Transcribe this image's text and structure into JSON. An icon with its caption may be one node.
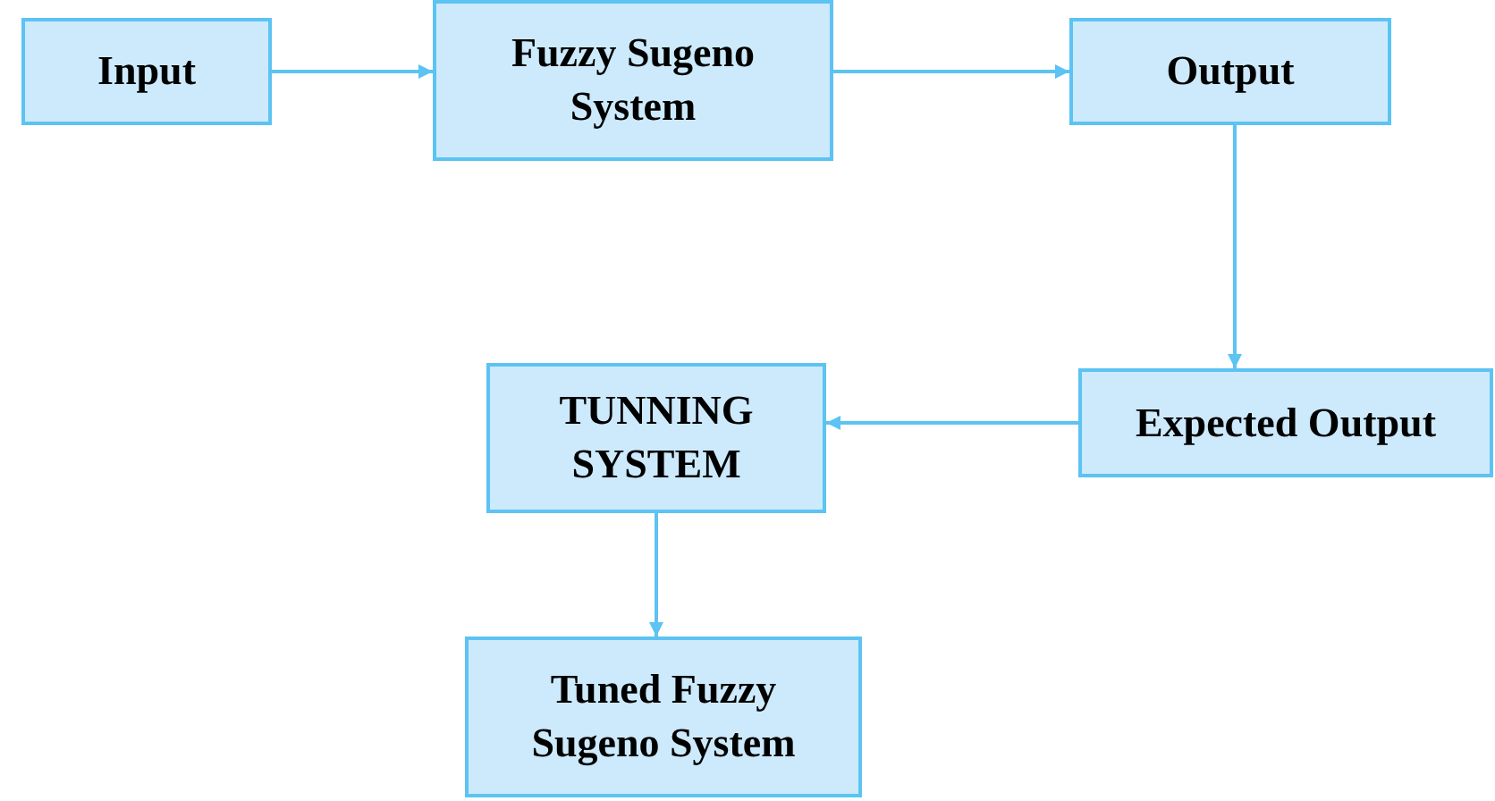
{
  "diagram": {
    "nodes": [
      {
        "text": [
          "Input"
        ]
      },
      {
        "text": [
          "Fuzzy Sugeno System"
        ]
      },
      {
        "text": [
          "Output"
        ]
      },
      {
        "text": [
          "Expected Output"
        ]
      },
      {
        "text": [
          "TUNNING SYSTEM"
        ]
      },
      {
        "text": [
          "Tuned Fuzzy Sugeno System"
        ]
      }
    ],
    "edges": [
      {
        "from": 0,
        "to": 1,
        "arrow": "to"
      },
      {
        "from": 1,
        "to": 2,
        "arrow": "to"
      },
      {
        "from": 2,
        "to": 3,
        "arrow": "to"
      },
      {
        "from": 3,
        "to": 4,
        "arrow": "to"
      },
      {
        "from": 4,
        "to": 5,
        "arrow": "to"
      }
    ]
  }
}
